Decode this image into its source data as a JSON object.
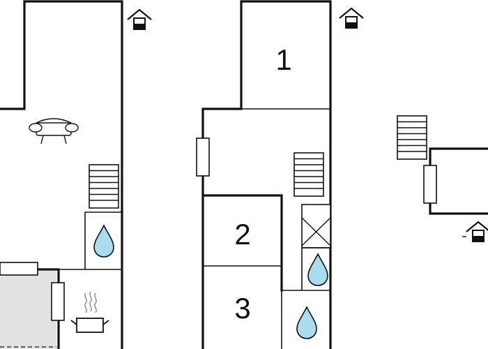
{
  "floorplan": {
    "rooms": [
      {
        "id": "room-1",
        "label": "1"
      },
      {
        "id": "room-2",
        "label": "2"
      },
      {
        "id": "room-3",
        "label": "3"
      }
    ],
    "icons": [
      "entrance-icon",
      "sofa-icon",
      "stairs-icon",
      "water-drop-icon",
      "stove-icon",
      "window-icon",
      "closet-cross-icon"
    ],
    "colors": {
      "wall": "#111111",
      "water": "#a9dcef",
      "terrace": "#e2e2e2",
      "background": "#ffffff"
    }
  }
}
